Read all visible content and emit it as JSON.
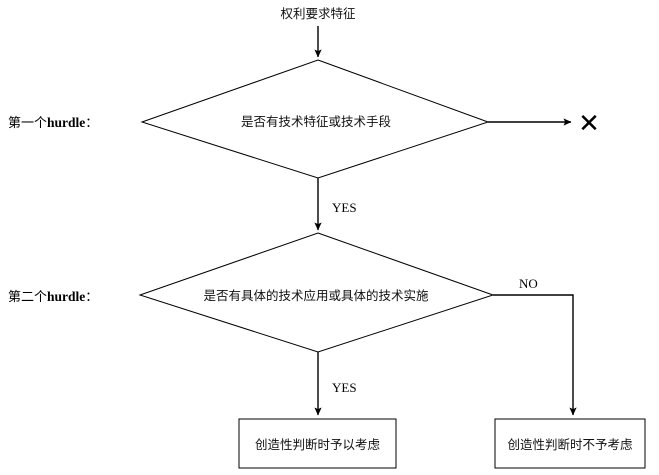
{
  "diagram": {
    "title_node": {
      "label": "权利要求特征"
    },
    "hurdles": [
      {
        "id": "hurdle-1",
        "label_cjk": "第一个",
        "label_latin": "hurdle",
        "label_colon": "："
      },
      {
        "id": "hurdle-2",
        "label_cjk": "第二个",
        "label_latin": "hurdle",
        "label_colon": "："
      }
    ],
    "decisions": [
      {
        "id": "decision-1",
        "label": "是否有技术特征或技术手段"
      },
      {
        "id": "decision-2",
        "label": "是否有具体的技术应用或具体的技术实施"
      }
    ],
    "edge_labels": [
      {
        "id": "edge-yes-1",
        "label": "YES"
      },
      {
        "id": "edge-yes-2",
        "label": "YES"
      },
      {
        "id": "edge-no-2",
        "label": "NO"
      }
    ],
    "reject_marker": {
      "symbol": "✕"
    },
    "outcomes": [
      {
        "id": "outcome-consider",
        "label": "创造性判断时予以考虑"
      },
      {
        "id": "outcome-not-consider",
        "label": "创造性判断时不予考虑"
      }
    ],
    "colors": {
      "background": "#ffffff",
      "stroke": "#000000",
      "text": "#111111"
    }
  }
}
